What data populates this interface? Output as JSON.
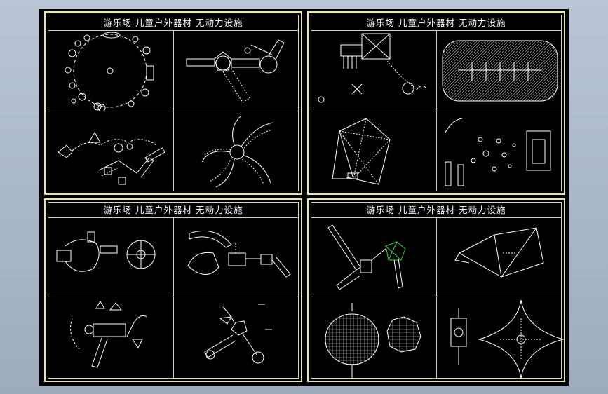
{
  "sheets": [
    {
      "title": "游乐场  儿童户外器材  无动力设施"
    },
    {
      "title": "游乐场  儿童户外器材  无动力设施"
    },
    {
      "title": "游乐场  儿童户外器材  无动力设施"
    },
    {
      "title": "游乐场  儿童户外器材  无动力设施"
    }
  ],
  "colors": {
    "frame": "#e8e6a6",
    "lines": "#ffffff",
    "background": "#000000",
    "accent_green": "#3fd13f"
  }
}
